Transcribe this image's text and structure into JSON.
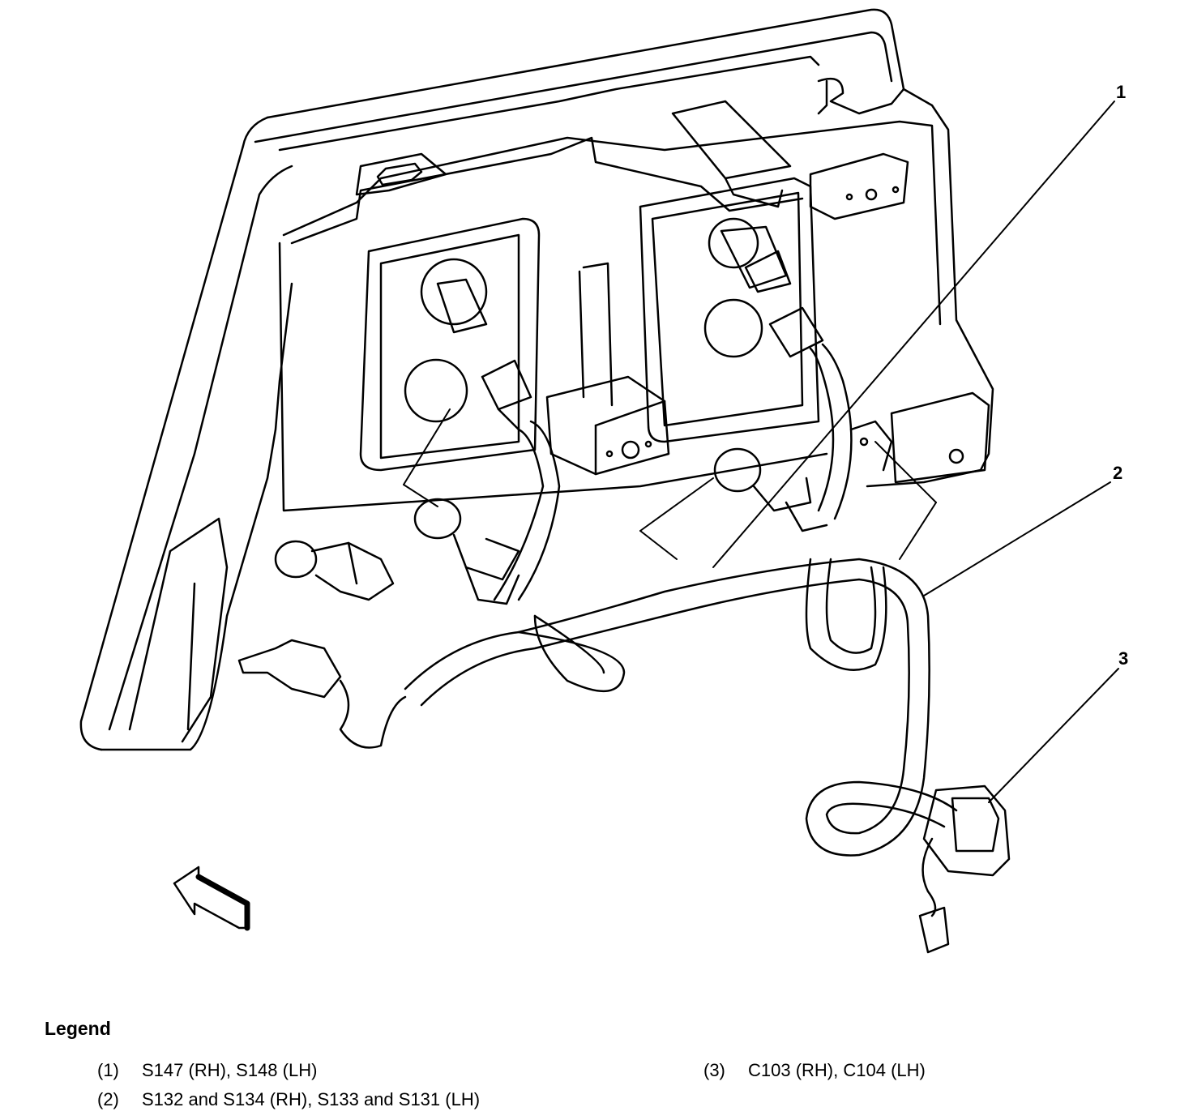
{
  "callouts": [
    {
      "number": "1",
      "label": "S147 (RH), S148 (LH)"
    },
    {
      "number": "2",
      "label": "S132 and S134 (RH), S133 and S131 (LH)"
    },
    {
      "number": "3",
      "label": "C103 (RH), C104 (LH)"
    }
  ],
  "legend": {
    "title": "Legend",
    "items": [
      {
        "num": "(1)",
        "text": "S147 (RH), S148 (LH)"
      },
      {
        "num": "(2)",
        "text": "S132 and S134 (RH), S133 and S131 (LH)"
      },
      {
        "num": "(3)",
        "text": "C103 (RH), C104 (LH)"
      }
    ]
  },
  "colors": {
    "ink": "#000000",
    "paper": "#ffffff"
  }
}
